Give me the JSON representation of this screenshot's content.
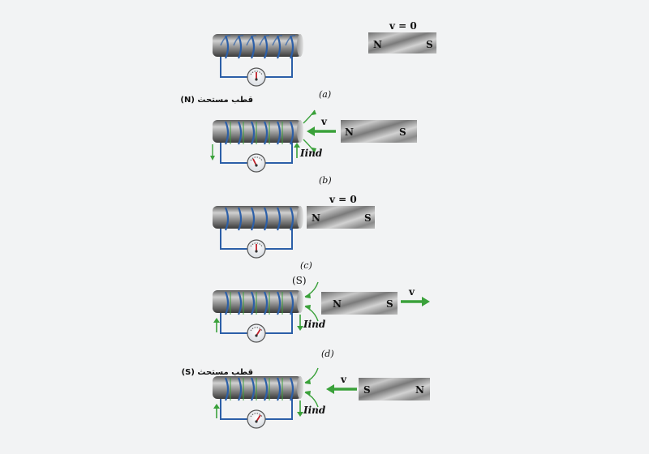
{
  "panels": [
    {
      "id": "a",
      "caption": "(a)",
      "pole_label": "(N) قطب مستحث",
      "velocity_label": "v = 0",
      "current_label": "",
      "magnet": {
        "left_pole": "N",
        "right_pole": "S"
      },
      "arrow_direction": "none"
    },
    {
      "id": "b",
      "caption": "(b)",
      "pole_label": "",
      "velocity_label": "v",
      "current_label": "Iind",
      "magnet": {
        "left_pole": "N",
        "right_pole": "S"
      },
      "arrow_direction": "toward-coil"
    },
    {
      "id": "c",
      "caption": "(c)",
      "pole_label": "",
      "velocity_label": "v = 0",
      "current_label": "",
      "magnet": {
        "left_pole": "N",
        "right_pole": "S"
      },
      "arrow_direction": "none"
    },
    {
      "id": "d",
      "caption": "(d)",
      "pole_label": "(S)",
      "velocity_label": "v",
      "current_label": "Iind",
      "magnet": {
        "left_pole": "N",
        "right_pole": "S"
      },
      "arrow_direction": "away-from-coil"
    },
    {
      "id": "e",
      "caption": "",
      "pole_label": "(S) قطب مستحث",
      "velocity_label": "v",
      "current_label": "Iind",
      "magnet": {
        "left_pole": "S",
        "right_pole": "N"
      },
      "arrow_direction": "toward-coil"
    }
  ],
  "colors": {
    "wire": "#2c5fa8",
    "arrow": "#3aa13a",
    "core_light": "#bdbdbd",
    "core_dark": "#4a4a4a",
    "needle": "#c0202a"
  }
}
